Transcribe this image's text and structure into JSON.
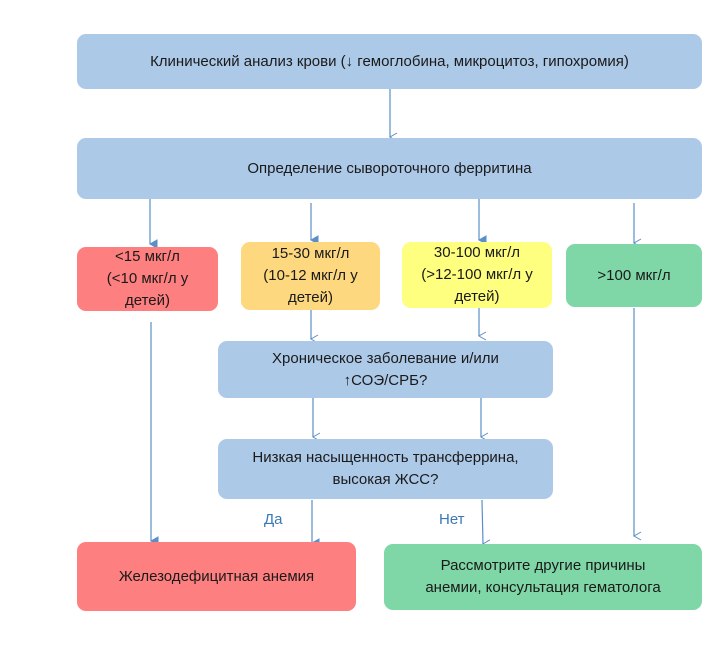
{
  "diagram": {
    "nodes": {
      "cbc": "Клинический анализ крови (↓ гемоглобина, микроцитоз, гипохромия)",
      "ferritin": "Определение сывороточного ферритина",
      "range1": "<15 мкг/л\n(<10 мкг/л у\nдетей)",
      "range2": "15-30 мкг/л\n(10-12 мкг/л у\nдетей)",
      "range3": "30-100 мкг/л\n(>12-100 мкг/л у\nдетей)",
      "range4": ">100 мкг/л",
      "chronic": "Хроническое заболевание и/или\n↑СОЭ/СРБ?",
      "transferrin": "Низкая насыщенность трансферрина,\nвысокая ЖСС?",
      "ida": "Железодефицитная анемия",
      "other": "Рассмотрите другие причины\nанемии, консультация гематолога"
    },
    "edge_labels": {
      "yes": "Да",
      "no": "Нет"
    },
    "colors": {
      "blue": "#adc9e8",
      "red": "#fe7f7f",
      "orange": "#fed87f",
      "yellow": "#fefe7f",
      "green": "#7fd6a6",
      "arrow": "#5b8fc7"
    }
  }
}
